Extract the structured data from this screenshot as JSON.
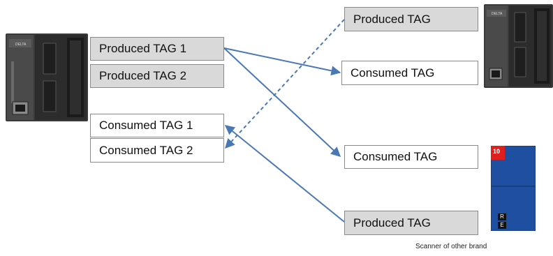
{
  "plc_left": {
    "tags": [
      {
        "label": "Produced TAG 1",
        "kind": "produced"
      },
      {
        "label": "Produced TAG 2",
        "kind": "produced"
      },
      {
        "label": "Consumed TAG 1",
        "kind": "consumed"
      },
      {
        "label": "Consumed TAG 2",
        "kind": "consumed"
      }
    ]
  },
  "plc_right": {
    "tags": [
      {
        "label": "Produced TAG",
        "kind": "produced"
      },
      {
        "label": "Consumed TAG",
        "kind": "consumed"
      }
    ]
  },
  "scanner": {
    "tags": [
      {
        "label": "Consumed TAG",
        "kind": "consumed"
      },
      {
        "label": "Produced TAG",
        "kind": "produced"
      }
    ],
    "badge": "10",
    "keys": [
      "R",
      "E"
    ],
    "caption": "Scanner of other brand"
  },
  "colors": {
    "link": "#4a78b5",
    "produced_fill": "#d9d9d9",
    "consumed_fill": "#ffffff",
    "scanner_body": "#1f4fa0",
    "scanner_badge": "#e01e1e"
  }
}
